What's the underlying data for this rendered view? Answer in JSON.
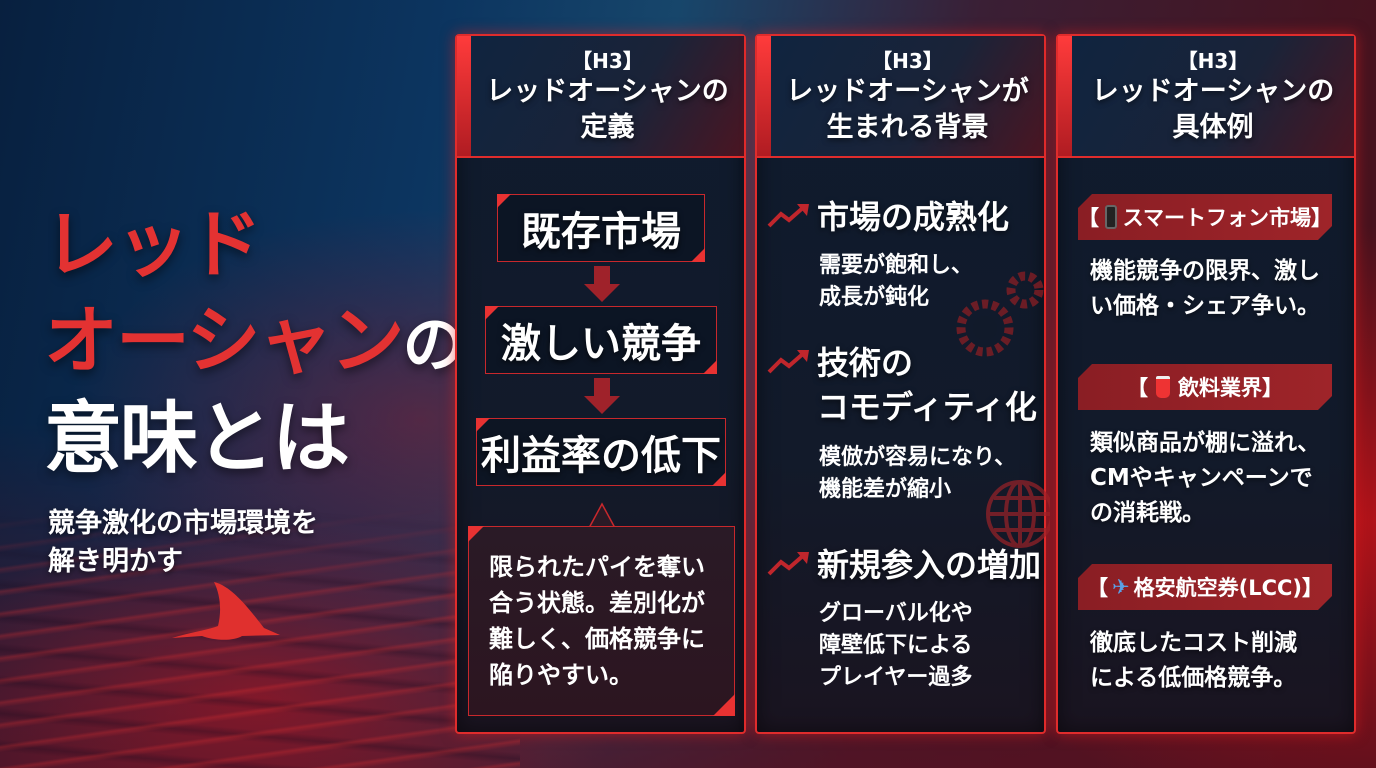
{
  "hero": {
    "title_red_1": "レッド",
    "title_red_2": "オーシャン",
    "title_white_no": "の",
    "title_white_3": "意味とは",
    "subtitle_1": "競争激化の市場環境を",
    "subtitle_2": "解き明かす"
  },
  "columns": [
    {
      "tag": "【H3】",
      "title_1": "レッドオーシャンの",
      "title_2": "定義",
      "flow": [
        "既存市場",
        "激しい競争",
        "利益率の低下"
      ],
      "callout": [
        "限られたパイを奪い",
        "合う状態。差別化が",
        "難しく、価格競争に",
        "陥りやすい。"
      ]
    },
    {
      "tag": "【H3】",
      "title_1": "レッドオーシャンが",
      "title_2": "生まれる背景",
      "items": [
        {
          "icon": "trend-up-icon",
          "heading_1": "市場の成熟化",
          "desc": [
            "需要が飽和し、",
            "成長が鈍化"
          ]
        },
        {
          "icon": "trend-up-icon",
          "heading_1": "技術の",
          "heading_2": "コモディティ化",
          "desc": [
            "模倣が容易になり、",
            "機能差が縮小"
          ]
        },
        {
          "icon": "trend-up-icon",
          "heading_1": "新規参入の増加",
          "desc": [
            "グローバル化や",
            "障壁低下による",
            "プレイヤー過多"
          ]
        }
      ]
    },
    {
      "tag": "【H3】",
      "title_1": "レッドオーシャンの",
      "title_2": "具体例",
      "examples": [
        {
          "icon": "smartphone-icon",
          "open": "【",
          "label": "スマートフォン市場】",
          "desc": [
            "機能競争の限界、激し",
            "い価格・シェア争い。"
          ]
        },
        {
          "icon": "drink-cup-icon",
          "open": "【",
          "label": "飲料業界】",
          "desc": [
            "類似商品が棚に溢れ、",
            "CMやキャンペーンで",
            "の消耗戦。"
          ]
        },
        {
          "icon": "airplane-icon",
          "open": "【",
          "emoji": "✈",
          "label": "格安航空券(LCC)】",
          "desc": [
            "徹底したコスト削減",
            "による低価格競争。"
          ]
        }
      ]
    }
  ],
  "colors": {
    "accent_red": "#e33232",
    "border_red": "#e02c2c",
    "panel_dark": "#0f1b2e",
    "label_red": "#9e2429"
  }
}
